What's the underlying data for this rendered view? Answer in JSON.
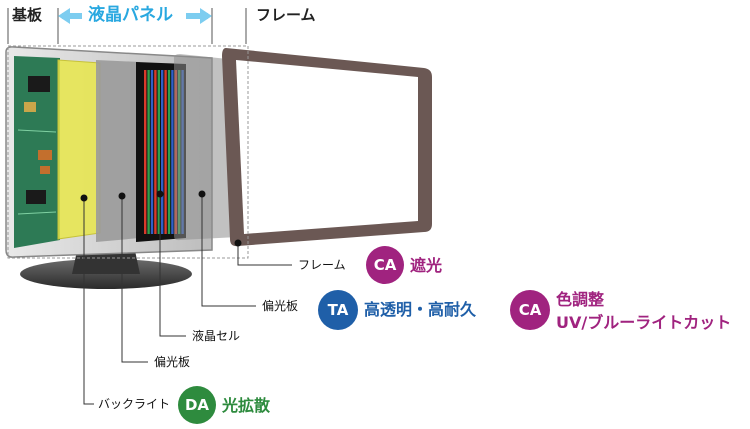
{
  "labels": {
    "substrate": "基板",
    "lcd_panel": "液晶パネル",
    "frame_top": "フレーム"
  },
  "callouts": {
    "frame": "フレーム",
    "polarizer_front": "偏光板",
    "lc_cell": "液晶セル",
    "polarizer_back": "偏光板",
    "backlight": "バックライト"
  },
  "badges": [
    {
      "code": "CA",
      "color": "#a0237f",
      "feature": "遮光",
      "feature_color": "#a0237f"
    },
    {
      "code": "TA",
      "color": "#1f5fa8",
      "feature": "高透明・高耐久",
      "feature_color": "#1f5fa8"
    },
    {
      "code": "CA",
      "color": "#a0237f",
      "feature_lines": [
        "色調整",
        "UV/ブルーライトカット"
      ],
      "feature_color": "#a0237f"
    },
    {
      "code": "DA",
      "color": "#2e8b3e",
      "feature": "光拡散",
      "feature_color": "#2e8b3e"
    }
  ]
}
